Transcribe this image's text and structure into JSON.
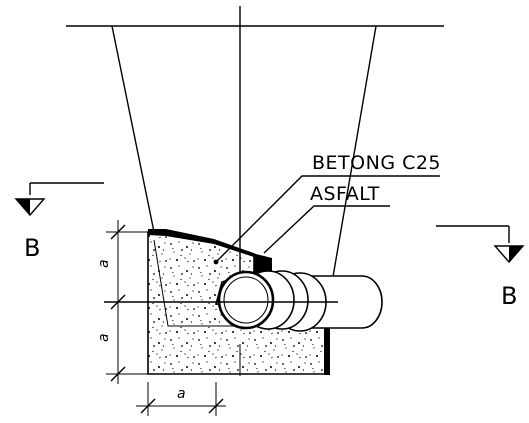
{
  "labels": {
    "concrete": "BETONG C25",
    "asphalt": "ASFALT"
  },
  "section_markers": {
    "left": "B",
    "right": "B"
  },
  "dimensions": {
    "vertical_upper": "a",
    "vertical_lower": "a",
    "horizontal": "a"
  },
  "colors": {
    "line": "#000000",
    "fill": "#000000",
    "background": "#ffffff"
  }
}
